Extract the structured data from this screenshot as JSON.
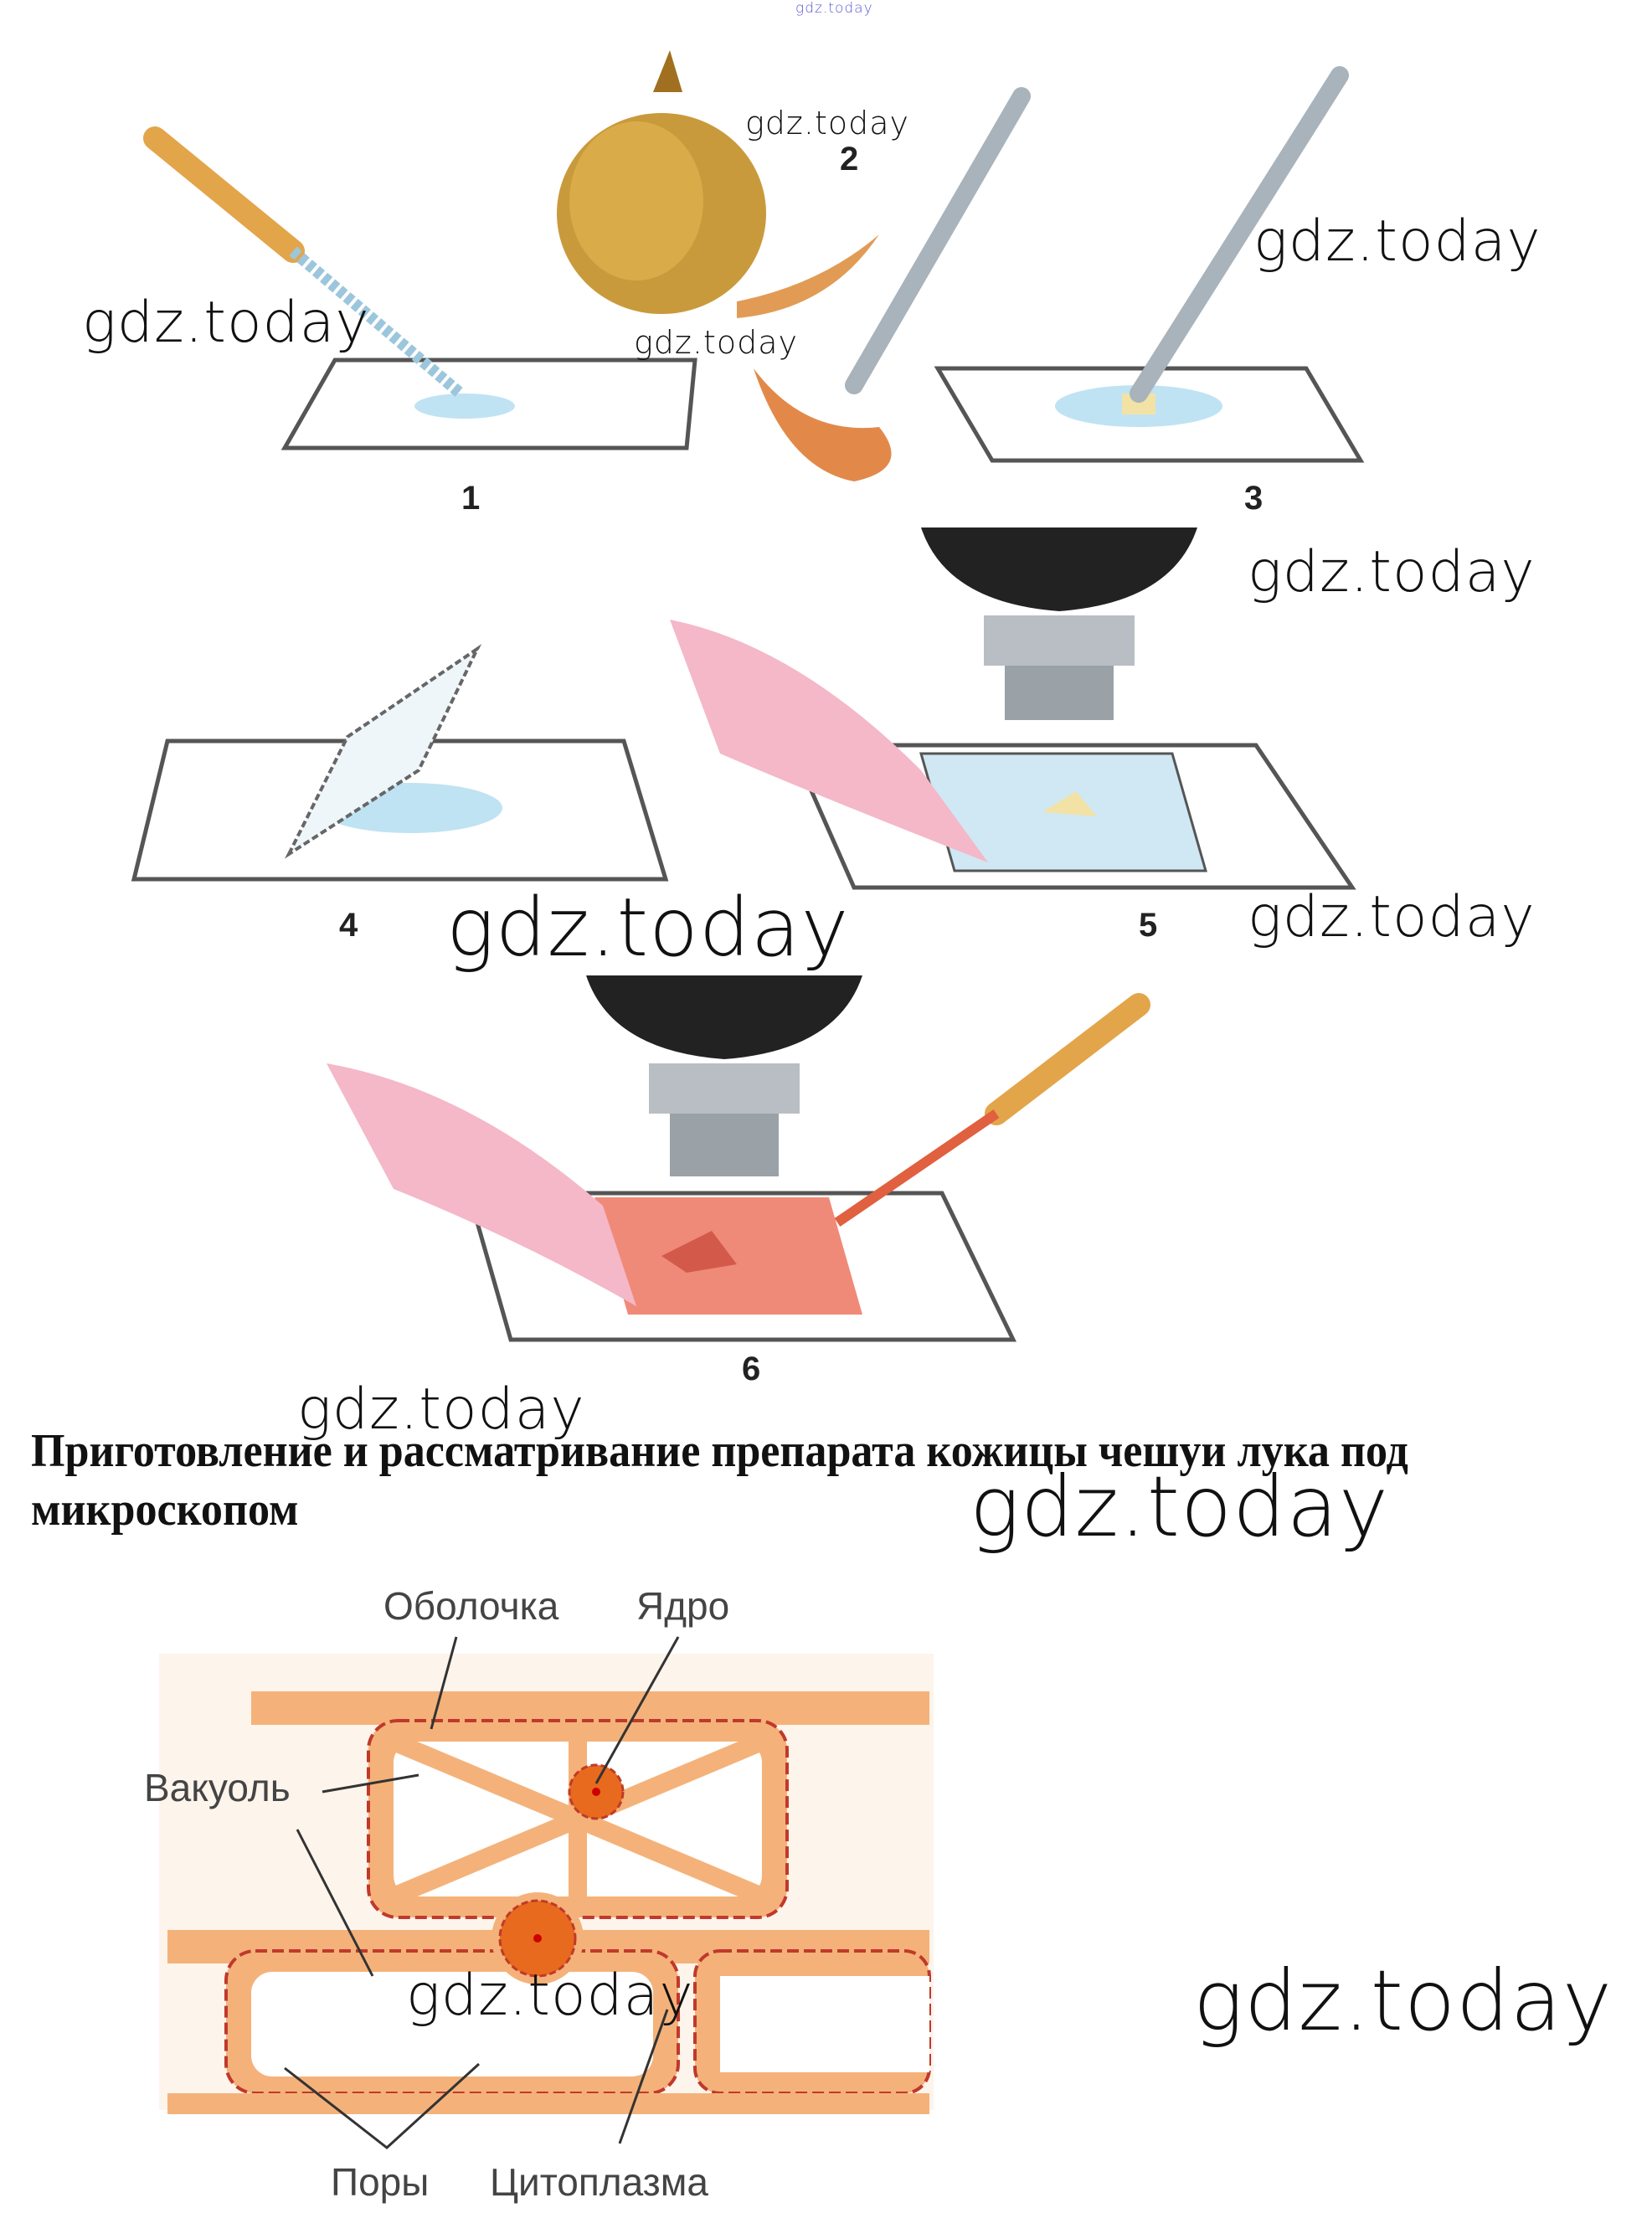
{
  "watermarks": [
    "gdz.today",
    "gdz.today",
    "gdz.today",
    "gdz.today",
    "gdz.today",
    "gdz.today",
    "gdz.today",
    "gdz.today",
    "gdz.today",
    "gdz.today",
    "gdz.today",
    "gdz.today"
  ],
  "steps": [
    "1",
    "2",
    "3",
    "4",
    "5",
    "6"
  ],
  "caption": {
    "line1": "Приготовление и рассматривание препарата кожицы чешуи лука под",
    "line2": "микроскопом"
  },
  "cell_labels": {
    "membrane": "Оболочка",
    "nucleus": "Ядро",
    "vacuole": "Вакуоль",
    "pores": "Поры",
    "cytoplasm": "Цитоплазма"
  },
  "colors": {
    "cell": "#f4b27a",
    "wall": "#c0392b",
    "stain": "#f08a78",
    "water": "#bfe3f2"
  }
}
